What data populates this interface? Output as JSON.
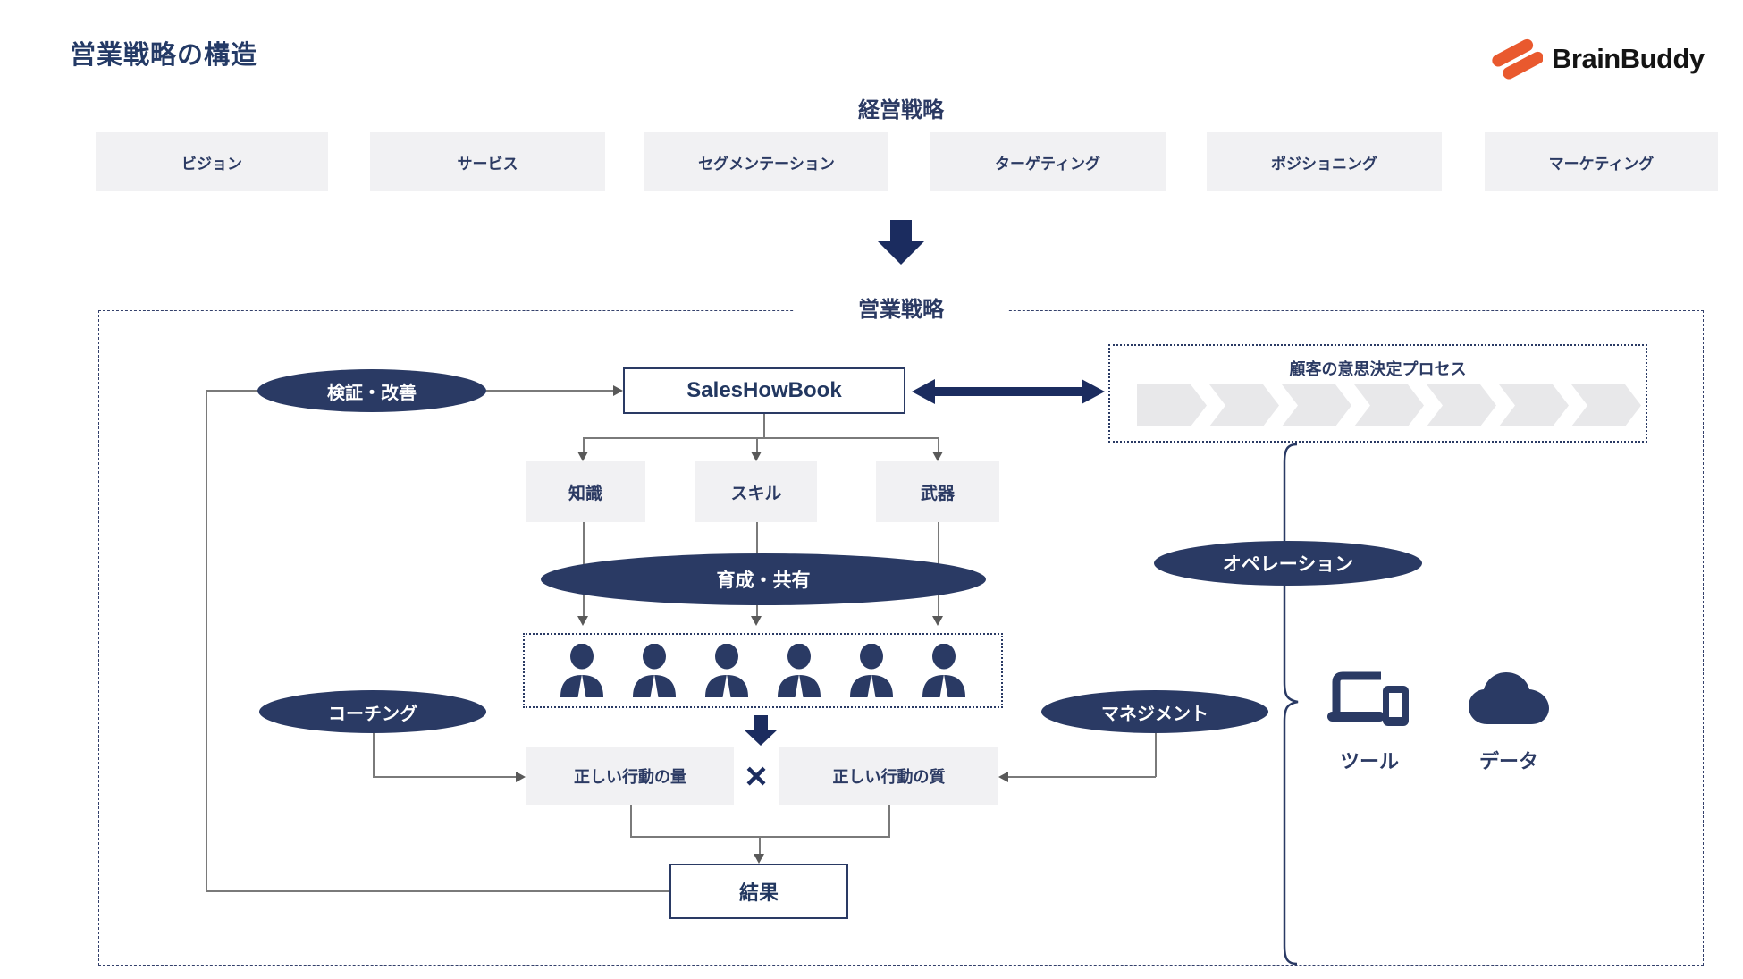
{
  "page": {
    "title": "営業戦略の構造"
  },
  "logo": {
    "text": "BrainBuddy"
  },
  "management": {
    "heading": "経営戦略",
    "items": [
      "ビジョン",
      "サービス",
      "セグメンテーション",
      "ターゲティング",
      "ポジショニング",
      "マーケティング"
    ]
  },
  "sales": {
    "heading": "営業戦略",
    "verify": "検証・改善",
    "saleshowbook": "SalesHowBook",
    "components": [
      "知識",
      "スキル",
      "武器"
    ],
    "develop": "育成・共有",
    "coaching": "コーチング",
    "management_label": "マネジメント",
    "quantity": "正しい行動の量",
    "multiply": "×",
    "quality": "正しい行動の質",
    "result": "結果"
  },
  "customer": {
    "heading": "顧客の意思決定プロセス",
    "chevron_count": 7
  },
  "operation": {
    "label": "オペレーション",
    "tool_label": "ツール",
    "data_label": "データ"
  },
  "colors": {
    "navy": "#2A3A64",
    "dark_navy_arrow": "#1B2C5F",
    "light_gray_box": "#F1F1F3",
    "chevron_gray": "#E8E8EA",
    "connector_gray": "#7a7a7a",
    "logo_orange": "#E9592E",
    "logo_black": "#141414"
  }
}
